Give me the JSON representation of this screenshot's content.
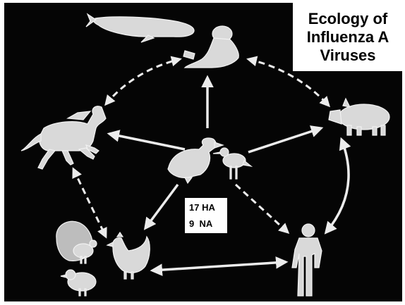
{
  "title": {
    "lines": [
      "Ecology of",
      "Influenza A",
      "Viruses"
    ]
  },
  "subtypes": {
    "ha": "17 HA",
    "na": "9  NA"
  },
  "hosts": [
    {
      "id": "wild-waterfowl",
      "icon": "duck-icon"
    },
    {
      "id": "shorebird",
      "icon": "shorebird-icon"
    },
    {
      "id": "whale",
      "icon": "whale-icon"
    },
    {
      "id": "seal",
      "icon": "seal-icon"
    },
    {
      "id": "pig",
      "icon": "pig-icon"
    },
    {
      "id": "horse",
      "icon": "horse-icon"
    },
    {
      "id": "chicken",
      "icon": "chicken-icon"
    },
    {
      "id": "turkey",
      "icon": "turkey-icon"
    },
    {
      "id": "quail",
      "icon": "quail-icon"
    },
    {
      "id": "human",
      "icon": "human-icon"
    }
  ],
  "colors": {
    "background": "#050505",
    "silhouette": "#d9d9d9",
    "arrow": "#ececec"
  }
}
